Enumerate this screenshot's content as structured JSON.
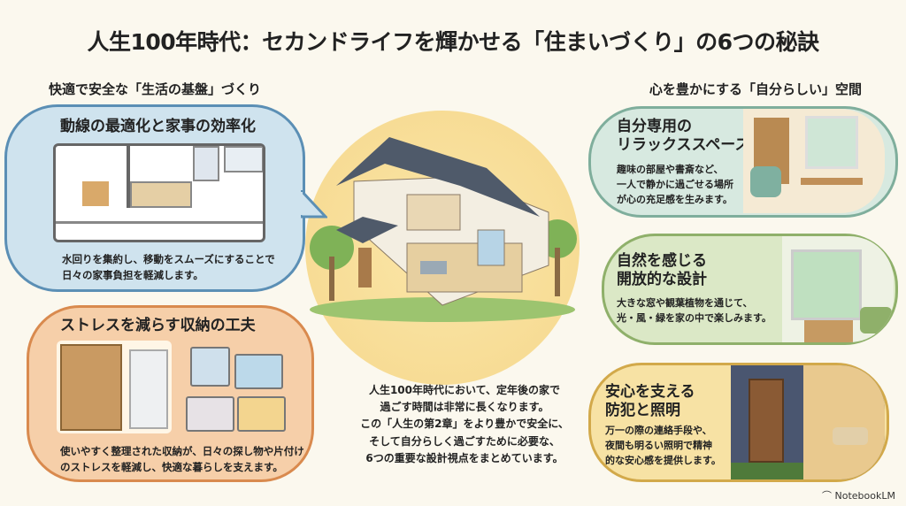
{
  "title": "人生100年時代：セカンドライフを輝かせる「住まいづくり」の6つの秘訣",
  "left_heading": "快適で安全な「生活の基盤」づくり",
  "right_heading": "心を豊かにする「自分らしい」空間",
  "cards": [
    {
      "title": "動線の最適化と家事の効率化",
      "text": [
        "水回りを集約し、移動をスムーズにすることで",
        "日々の家事負担を軽減します。"
      ],
      "color": "#5b8fb5",
      "bg": "#cfe3ee"
    },
    {
      "title": "ストレスを減らす収納の工夫",
      "text": [
        "使いやすく整理された収納が、日々の探し物や片付け",
        "のストレスを軽減し、快適な暮らしを支えます。"
      ],
      "color": "#d98a4e",
      "bg": "#f6cfa9"
    },
    {
      "title": [
        "自分専用の",
        "リラックススペース"
      ],
      "text": [
        "趣味の部屋や書斎など、",
        "一人で静かに過ごせる場所",
        "が心の充足感を生みます。"
      ],
      "color": "#7fae9c",
      "bg": "#d7e9e0"
    },
    {
      "title": [
        "自然を感じる",
        "開放的な設計"
      ],
      "text": [
        "大きな窓や観葉植物を通じて、",
        "光・風・緑を家の中で楽しみます。"
      ],
      "color": "#8fb06a",
      "bg": "#dbe8c6"
    },
    {
      "title": [
        "安心を支える",
        "防犯と照明"
      ],
      "text": [
        "万一の際の連絡手段や、",
        "夜間も明るい照明で精神",
        "的な安心感を提供します。"
      ],
      "color": "#d2a94a",
      "bg": "#f7e2a4"
    }
  ],
  "center_text": [
    "人生100年時代において、定年後の家で",
    "過ごす時間は非常に長くなります。",
    "この「人生の第2章」をより豊かで安全に、",
    "そして自分らしく過ごすために必要な、",
    "6つの重要な設計視点をまとめています。"
  ],
  "brand": "NotebookLM"
}
